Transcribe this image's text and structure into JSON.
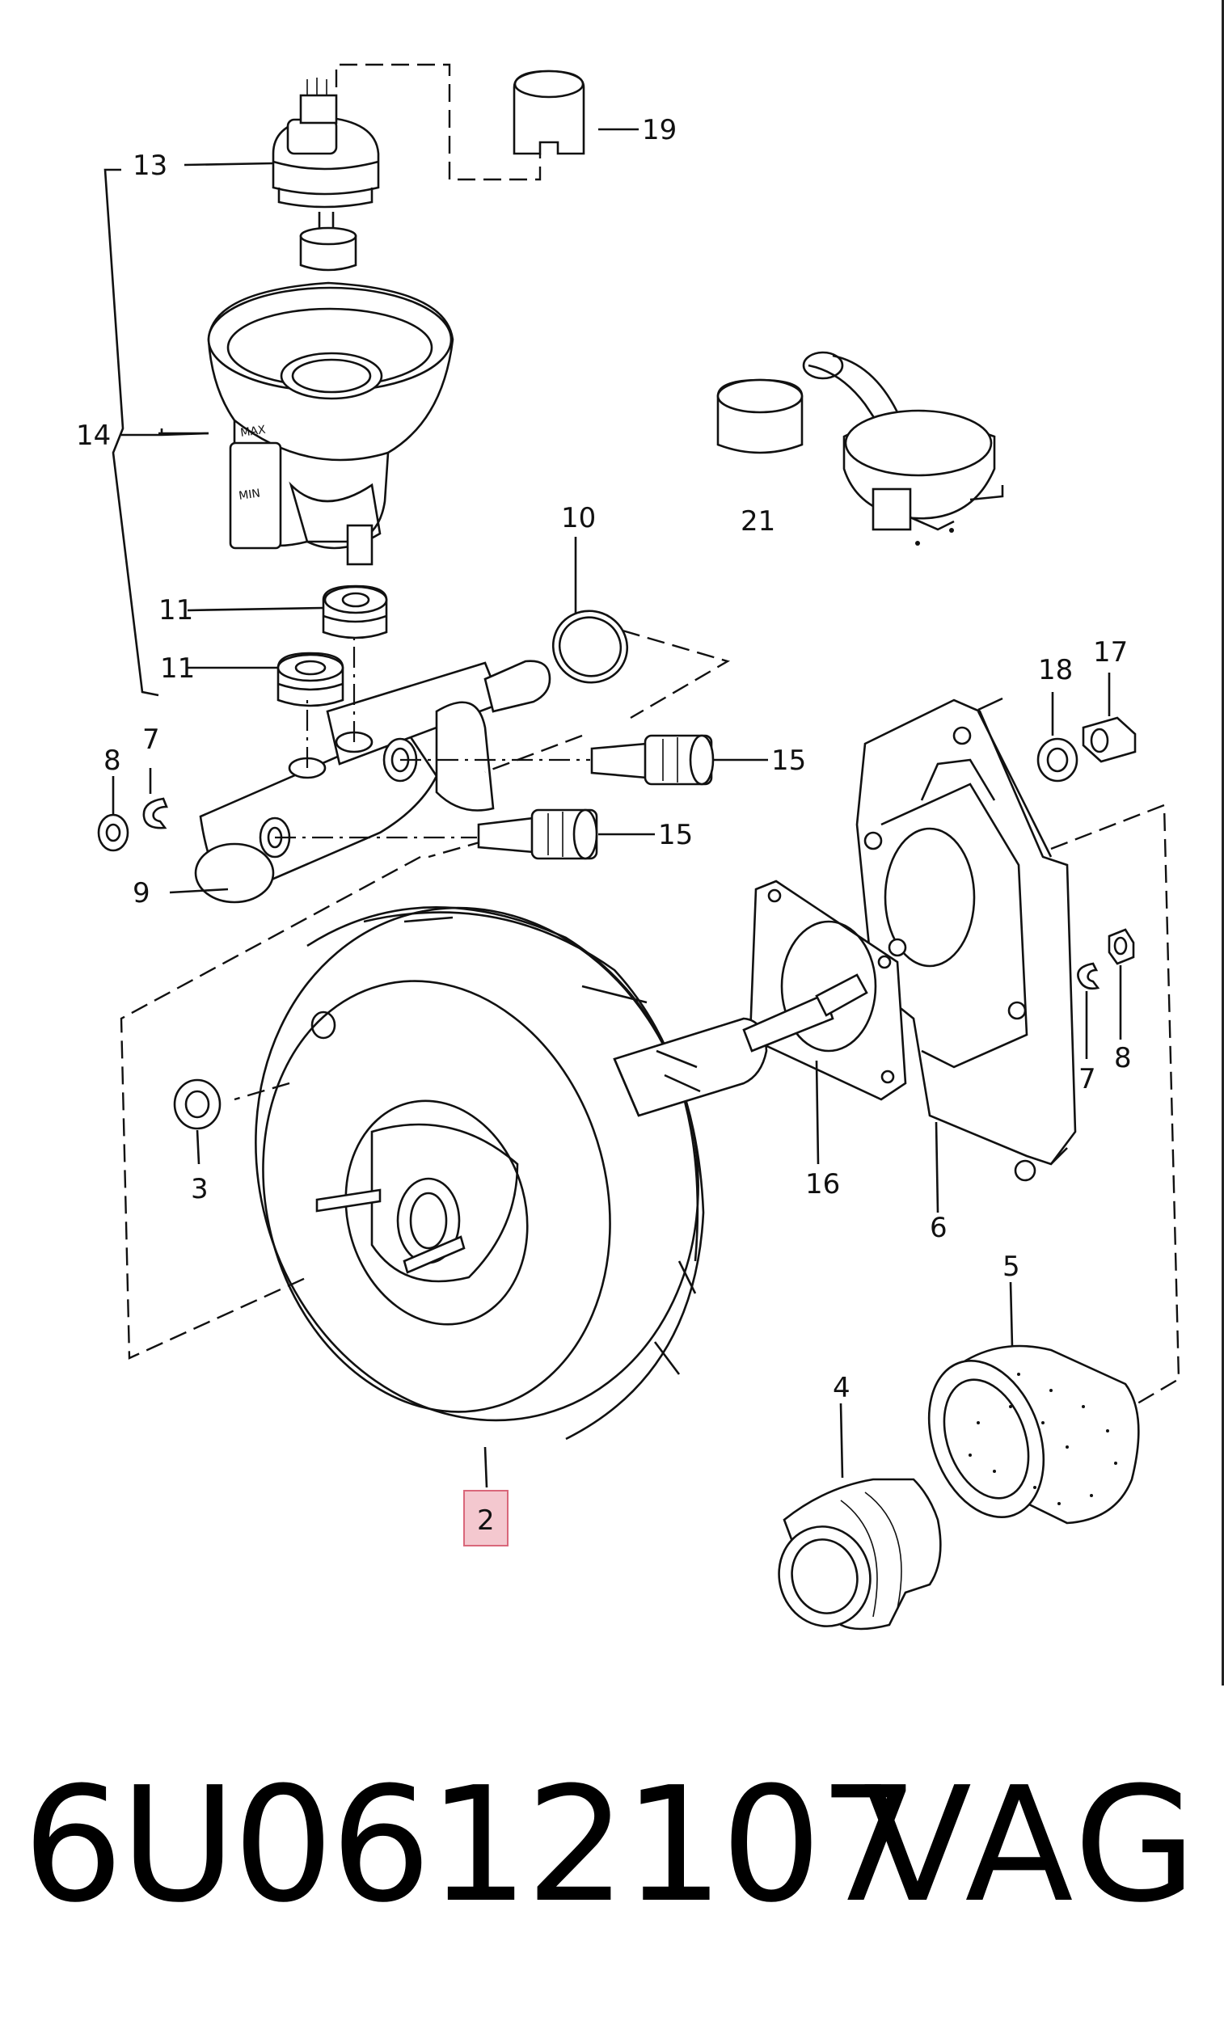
{
  "diagram": {
    "callouts": [
      {
        "id": "c13",
        "text": "13"
      },
      {
        "id": "c19",
        "text": "19"
      },
      {
        "id": "c14",
        "text": "14"
      },
      {
        "id": "c21",
        "text": "21"
      },
      {
        "id": "c10",
        "text": "10"
      },
      {
        "id": "c11a",
        "text": "11"
      },
      {
        "id": "c11b",
        "text": "11"
      },
      {
        "id": "c18",
        "text": "18"
      },
      {
        "id": "c17",
        "text": "17"
      },
      {
        "id": "c8a",
        "text": "8"
      },
      {
        "id": "c7a",
        "text": "7"
      },
      {
        "id": "c15a",
        "text": "15"
      },
      {
        "id": "c15b",
        "text": "15"
      },
      {
        "id": "c9",
        "text": "9"
      },
      {
        "id": "c3",
        "text": "3"
      },
      {
        "id": "c16",
        "text": "16"
      },
      {
        "id": "c6",
        "text": "6"
      },
      {
        "id": "c7b",
        "text": "7"
      },
      {
        "id": "c8b",
        "text": "8"
      },
      {
        "id": "c5",
        "text": "5"
      },
      {
        "id": "c4",
        "text": "4"
      },
      {
        "id": "c2",
        "text": "2"
      }
    ],
    "reservoir_marks": {
      "max": "MAX",
      "min": "MIN"
    },
    "highlight_color": "#f4c8cf",
    "highlight_border": "#d9677a"
  },
  "footer": {
    "part_number": "6U0612107",
    "brand": "VAG"
  }
}
